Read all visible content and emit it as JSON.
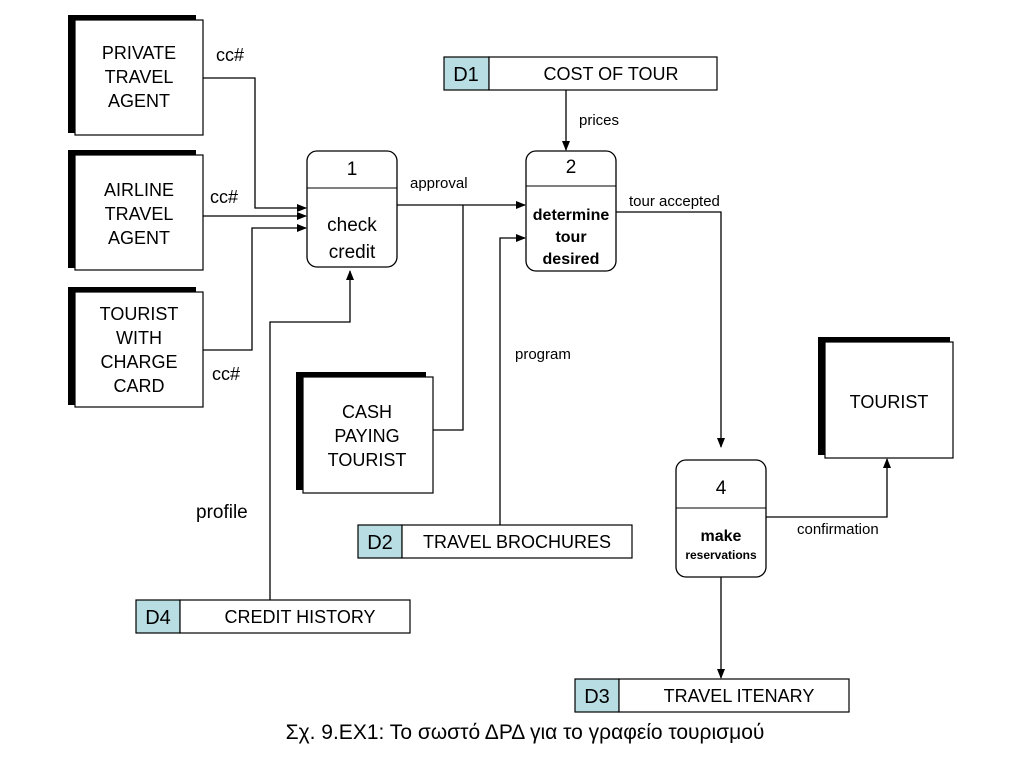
{
  "colors": {
    "store_id_fill": "#b8dde3",
    "stroke": "#000000",
    "background": "#ffffff"
  },
  "entities": {
    "private_travel_agent": [
      "PRIVATE",
      "TRAVEL",
      "AGENT"
    ],
    "airline_travel_agent": [
      "AIRLINE",
      "TRAVEL",
      "AGENT"
    ],
    "tourist_with_charge_card": [
      "TOURIST",
      "WITH",
      "CHARGE",
      "CARD"
    ],
    "cash_paying_tourist": [
      "CASH",
      "PAYING",
      "TOURIST"
    ],
    "tourist": [
      "TOURIST"
    ]
  },
  "processes": {
    "p1": {
      "id": "1",
      "name": [
        "check",
        "credit"
      ]
    },
    "p2": {
      "id": "2",
      "name": [
        "determine",
        "tour",
        "desired"
      ]
    },
    "p4": {
      "id": "4",
      "name": [
        "make",
        "reservations"
      ]
    }
  },
  "stores": {
    "d1": {
      "id": "D1",
      "name": "COST OF TOUR"
    },
    "d2": {
      "id": "D2",
      "name": "TRAVEL BROCHURES"
    },
    "d3": {
      "id": "D3",
      "name": "TRAVEL ITENARY"
    },
    "d4": {
      "id": "D4",
      "name": "CREDIT HISTORY"
    }
  },
  "flows": {
    "cc1": "cc#",
    "cc2": "cc#",
    "cc3": "cc#",
    "approval": "approval",
    "prices": "prices",
    "tour_accepted": "tour accepted",
    "program": "program",
    "profile": "profile",
    "confirmation": "confirmation"
  },
  "caption": "Σχ. 9.ΕΧ1: Το σωστό ΔΡΔ για το γραφείο τουρισμού"
}
